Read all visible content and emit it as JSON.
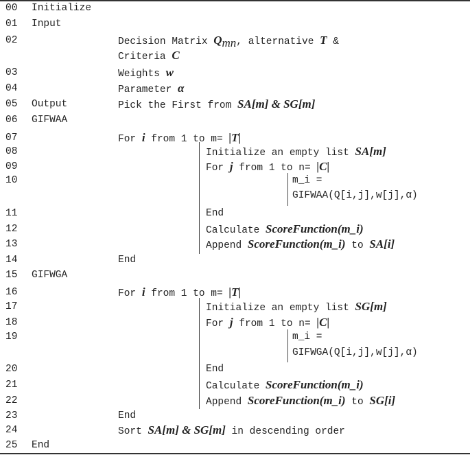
{
  "algorithm": {
    "lines": [
      {
        "num": "00",
        "label": "Initialize"
      },
      {
        "num": "01",
        "label": "Input"
      },
      {
        "num": "02",
        "text": "Decision Matrix ",
        "var": "Q",
        "sub": "mn",
        "text2": ", alternative ",
        "var2": "T",
        "text3": " &",
        "cont": "Criteria ",
        "contvar": "C"
      },
      {
        "num": "03",
        "text": "Weights ",
        "var": "w"
      },
      {
        "num": "04",
        "text": "Parameter ",
        "var": "α"
      },
      {
        "num": "05",
        "label": "Output",
        "text": "Pick the First from ",
        "expr": "SA[m] & SG[m]"
      },
      {
        "num": "06",
        "label": "GIFWAA"
      },
      {
        "num": "07",
        "text": "For ",
        "var": "i",
        "text2": " from 1 to m= ",
        "expr": "|T|"
      },
      {
        "num": "08",
        "text": "Initialize an empty list ",
        "expr": "SA[m]"
      },
      {
        "num": "09",
        "text": "For ",
        "var": "j",
        "text2": " from 1 to n= ",
        "expr": "|C|"
      },
      {
        "num": "10",
        "text": "m_i =",
        "cont": "GIFWAA(Q[i,j],w[j],α)"
      },
      {
        "num": "11",
        "text": "End"
      },
      {
        "num": "12",
        "text": "Calculate ",
        "expr": "ScoreFunction(m_i)"
      },
      {
        "num": "13",
        "text": "Append ",
        "expr": "ScoreFunction(m_i)",
        "text2": " to ",
        "expr2": "SA[i]"
      },
      {
        "num": "14",
        "text": "End"
      },
      {
        "num": "15",
        "label": "GIFWGA"
      },
      {
        "num": "16",
        "text": "For ",
        "var": "i",
        "text2": " from 1 to m= ",
        "expr": "|T|"
      },
      {
        "num": "17",
        "text": "Initialize an empty list ",
        "expr": "SG[m]"
      },
      {
        "num": "18",
        "text": "For ",
        "var": "j",
        "text2": " from 1 to n= ",
        "expr": "|C|"
      },
      {
        "num": "19",
        "text": "m_i =",
        "cont": "GIFWGA(Q[i,j],w[j],α)"
      },
      {
        "num": "20",
        "text": "End"
      },
      {
        "num": "21",
        "text": "Calculate ",
        "expr": "ScoreFunction(m_i)"
      },
      {
        "num": "22",
        "text": "Append ",
        "expr": "ScoreFunction(m_i)",
        "text2": " to ",
        "expr2": "SG[i]"
      },
      {
        "num": "23",
        "text": "End"
      },
      {
        "num": "24",
        "text": "Sort ",
        "expr": "SA[m] & SG[m]",
        "text2": " in descending order"
      },
      {
        "num": "25",
        "label": "End"
      }
    ]
  }
}
